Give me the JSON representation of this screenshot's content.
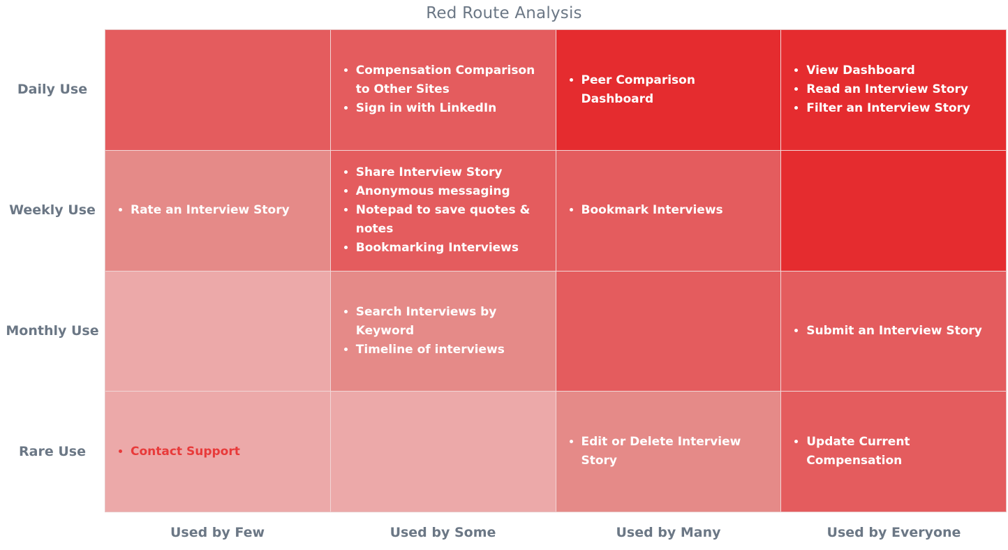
{
  "title": "Red Route Analysis",
  "rows": [
    "Daily Use",
    "Weekly Use",
    "Monthly Use",
    "Rare Use"
  ],
  "columns": [
    "Used by Few",
    "Used by Some",
    "Used by Many",
    "Used by Everyone"
  ],
  "colors": {
    "intensity_1": "#eca9a9",
    "intensity_2": "#e58a88",
    "intensity_3": "#e45c5e",
    "intensity_4": "#e52c2f",
    "label_text": "#6b7785",
    "accent_text": "#e83a3a"
  },
  "cells": [
    [
      {
        "intensity": 3,
        "items": []
      },
      {
        "intensity": 3,
        "items": [
          "Compensation Comparison to Other Sites",
          "Sign in with LinkedIn"
        ]
      },
      {
        "intensity": 4,
        "items": [
          "Peer Comparison Dashboard"
        ]
      },
      {
        "intensity": 4,
        "items": [
          "View Dashboard",
          "Read an Interview Story",
          "Filter an Interview Story"
        ]
      }
    ],
    [
      {
        "intensity": 2,
        "items": [
          "Rate an Interview Story"
        ]
      },
      {
        "intensity": 3,
        "items": [
          "Share Interview Story",
          "Anonymous messaging",
          "Notepad to save quotes & notes",
          "Bookmarking Interviews"
        ]
      },
      {
        "intensity": 3,
        "items": [
          "Bookmark Interviews"
        ]
      },
      {
        "intensity": 4,
        "items": []
      }
    ],
    [
      {
        "intensity": 1,
        "items": []
      },
      {
        "intensity": 2,
        "items": [
          "Search Interviews by Keyword",
          "Timeline of interviews"
        ]
      },
      {
        "intensity": 3,
        "items": []
      },
      {
        "intensity": 3,
        "items": [
          "Submit an Interview Story"
        ]
      }
    ],
    [
      {
        "intensity": 1,
        "items": [
          "Contact Support"
        ],
        "accent": true
      },
      {
        "intensity": 1,
        "items": []
      },
      {
        "intensity": 2,
        "items": [
          "Edit or Delete Interview Story"
        ]
      },
      {
        "intensity": 3,
        "items": [
          "Update Current Compensation"
        ]
      }
    ]
  ]
}
